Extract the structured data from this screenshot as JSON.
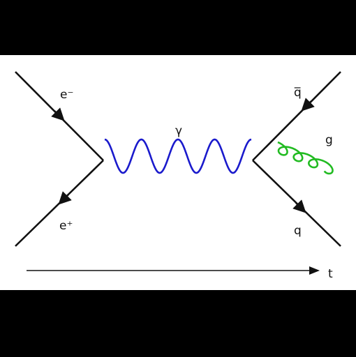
{
  "diagram": {
    "particles": {
      "electron": "e⁻",
      "positron": "e⁺",
      "photon": "γ",
      "antiquark": "q̅",
      "quark": "q",
      "gluon": "g"
    },
    "time_axis_label": "t",
    "colors": {
      "background_band": "#000000",
      "panel": "#ffffff",
      "fermion": "#111111",
      "photon": "#1a1acc",
      "gluon": "#22bb22"
    }
  }
}
